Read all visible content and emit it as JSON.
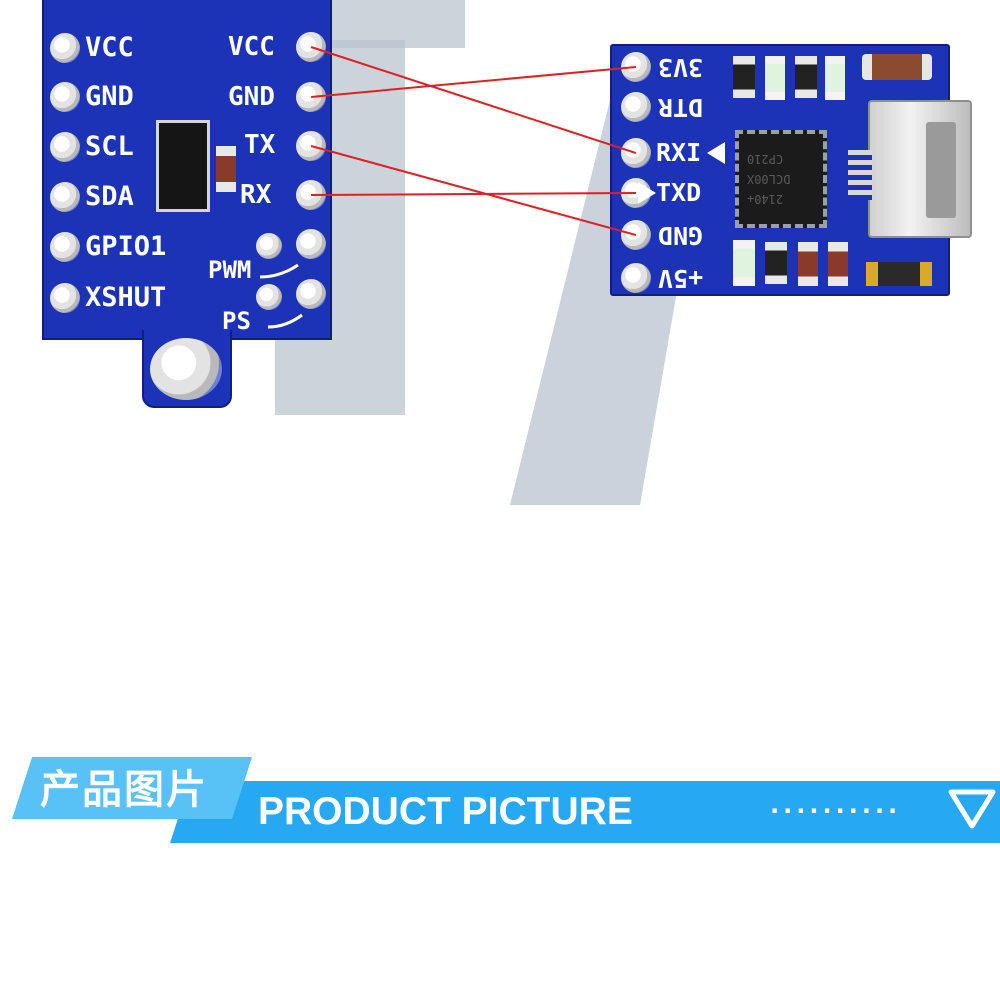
{
  "sensor_board": {
    "left_pins": [
      "VCC",
      "GND",
      "SCL",
      "SDA",
      "GPIO1",
      "XSHUT"
    ],
    "right_pins": [
      "VCC",
      "GND",
      "TX",
      "RX",
      "PWM",
      "PS"
    ]
  },
  "usb_board": {
    "pins": [
      "3V3",
      "DTR",
      "RXI",
      "TXD",
      "GND",
      "+5V"
    ],
    "chip_text": [
      "CP210",
      "DCL00X",
      "2140+"
    ]
  },
  "banner": {
    "title_cn": "产品图片",
    "title_en": "PRODUCT PICTURE",
    "dots": "··········"
  },
  "colors": {
    "board": "#1c33b8",
    "wire": "#e02020",
    "banner_main": "#27a8f3",
    "banner_tab": "#58c2f7"
  },
  "icons": [
    "triangle-down-icon"
  ]
}
